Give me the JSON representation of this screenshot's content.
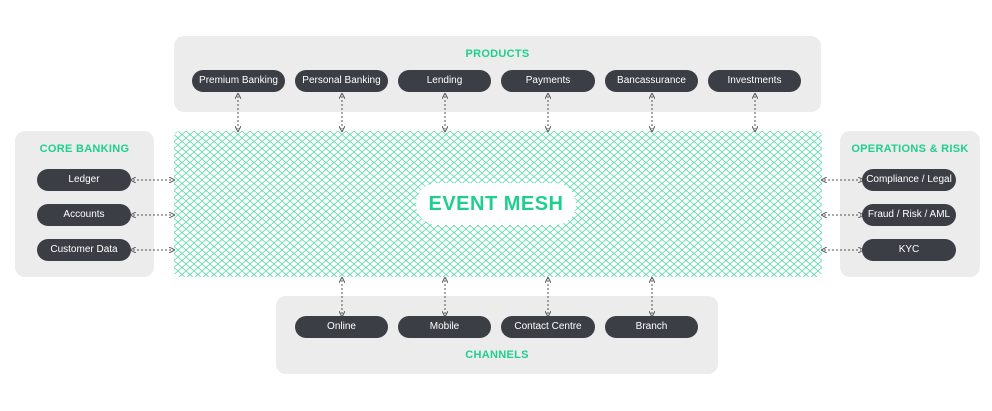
{
  "products": {
    "title": "PRODUCTS",
    "items": [
      "Premium Banking",
      "Personal Banking",
      "Lending",
      "Payments",
      "Bancassurance",
      "Investments"
    ]
  },
  "core_banking": {
    "title": "CORE BANKING",
    "items": [
      "Ledger",
      "Accounts",
      "Customer Data"
    ]
  },
  "operations": {
    "title": "OPERATIONS & RISK",
    "items": [
      "Compliance / Legal",
      "Fraud / Risk / AML",
      "KYC"
    ]
  },
  "channels": {
    "title": "CHANNELS",
    "items": [
      "Online",
      "Mobile",
      "Contact Centre",
      "Branch"
    ]
  },
  "mesh": {
    "label": "EVENT MESH"
  },
  "colors": {
    "accent": "#1fcf8f",
    "pill": "#3b3f45",
    "panel": "#ececec"
  }
}
